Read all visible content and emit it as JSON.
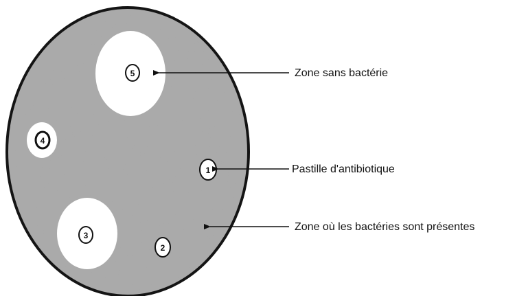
{
  "diagram": {
    "colors": {
      "background": "#ffffff",
      "agar": "#a9a9a9",
      "dish_outline": "#141414",
      "clear_zone": "#ffffff",
      "pastille_fill": "#ffffff",
      "pastille_outline": "#111111",
      "arrow": "#111111",
      "text": "#111111"
    },
    "pastilles": [
      {
        "label": "1"
      },
      {
        "label": "2"
      },
      {
        "label": "3"
      },
      {
        "label": "4"
      },
      {
        "label": "5"
      }
    ],
    "callouts": {
      "zone_sans_bacterie": "Zone sans bactérie",
      "pastille_antibiotique": "Pastille d'antibiotique",
      "zone_bacteries_presentes": "Zone où les bactéries sont présentes"
    }
  }
}
